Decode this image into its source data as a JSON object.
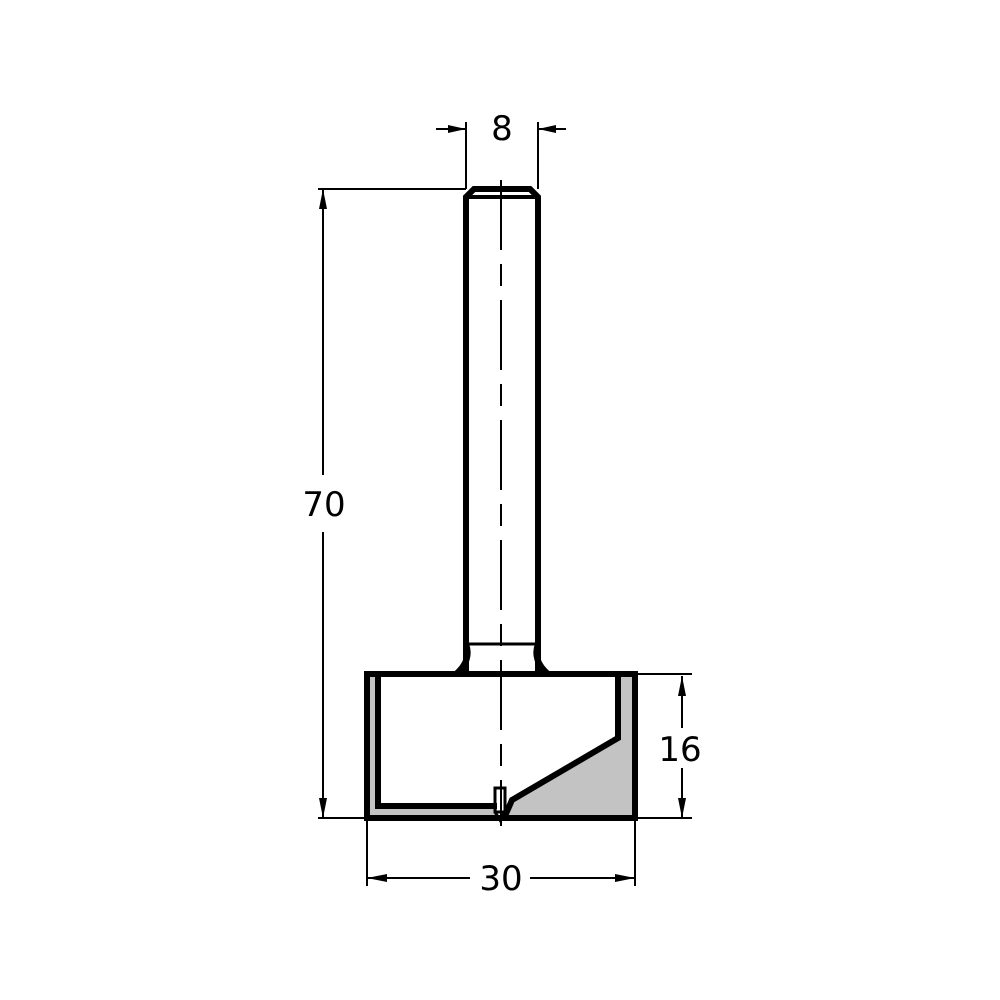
{
  "drawing": {
    "title": "Router bit technical drawing",
    "colors": {
      "line": "#000000",
      "cutter_fill": "#c3c3c3",
      "background": "#ffffff"
    },
    "dimensions": {
      "shank_diameter": {
        "label": "8",
        "value": 8
      },
      "overall_length": {
        "label": "70",
        "value": 70
      },
      "cutting_height": {
        "label": "16",
        "value": 16
      },
      "cutting_diameter": {
        "label": "30",
        "value": 30
      }
    }
  }
}
